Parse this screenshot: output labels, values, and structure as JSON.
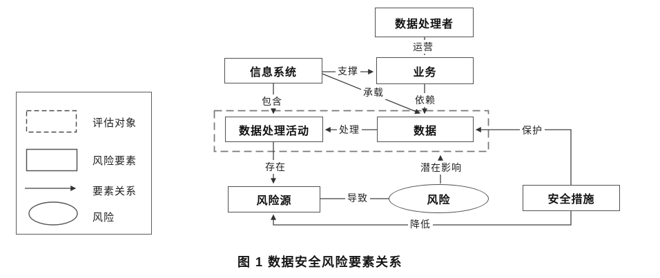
{
  "figure": {
    "caption": "图 1  数据安全风险要素关系"
  },
  "legend": {
    "evaluation_object": "评估对象",
    "risk_element": "风险要素",
    "element_relation": "要素关系",
    "risk": "风险"
  },
  "nodes": {
    "data_processor": "数据处理者",
    "info_system": "信息系统",
    "business": "业务",
    "data_activity": "数据处理活动",
    "data": "数据",
    "risk_source": "风险源",
    "risk": "风险",
    "security_measures": "安全措施"
  },
  "edges": {
    "operate": "运营",
    "support": "支撑",
    "carry": "承载",
    "depend": "依赖",
    "contain": "包含",
    "process": "处理",
    "protect": "保护",
    "exist": "存在",
    "potential_impact": "潜在影响",
    "cause": "导致",
    "reduce": "降低"
  },
  "colors": {
    "line": "#3f3f3f",
    "box_border": "#4e4e4e",
    "dashed_border": "#767676",
    "text": "#111111",
    "background": "#ffffff"
  }
}
